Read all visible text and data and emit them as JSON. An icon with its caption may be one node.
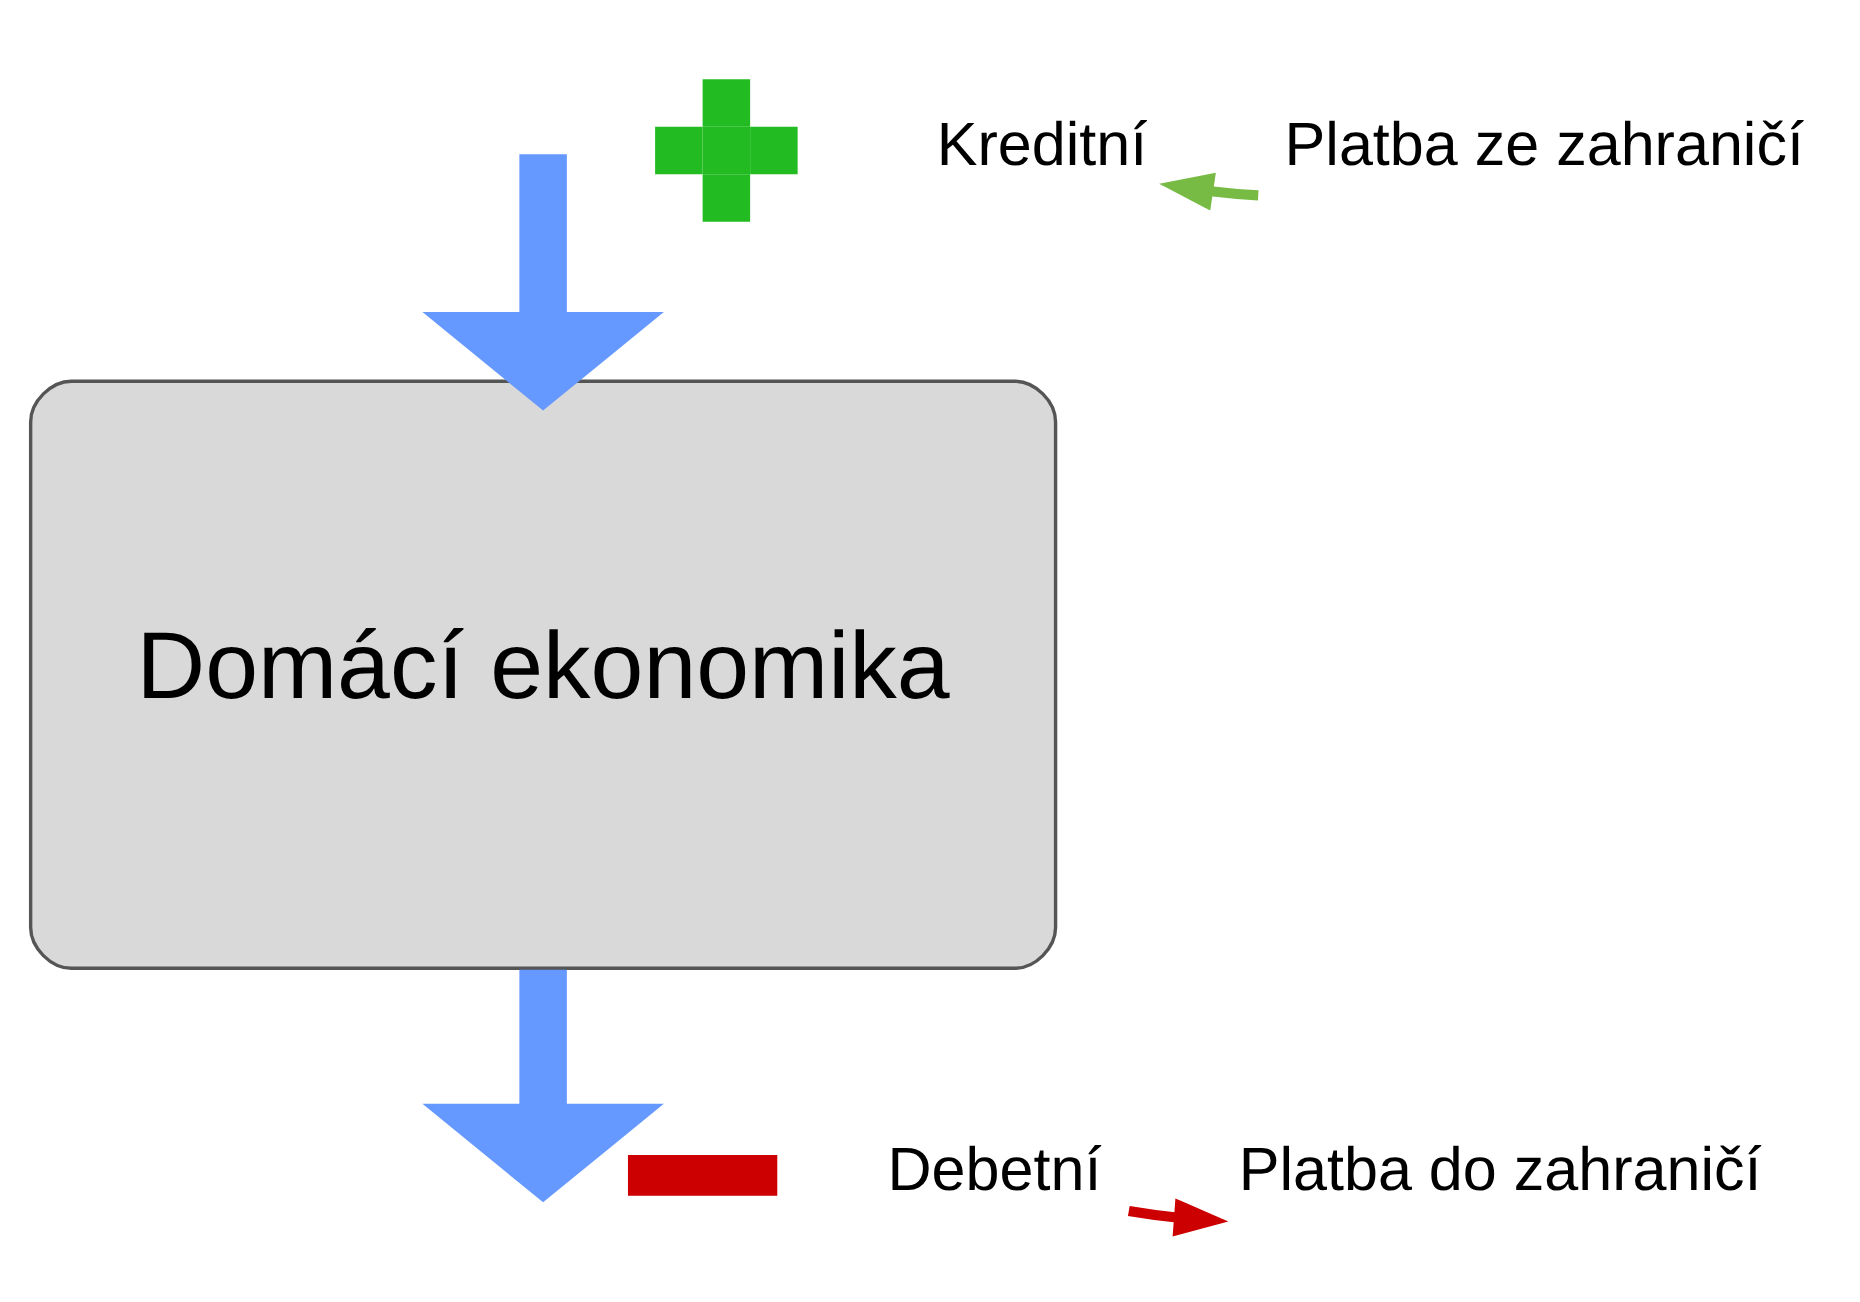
{
  "diagram": {
    "nodes": [
      {
        "text": [],
        "shape": "plus"
      },
      {
        "text": [
          "Kreditní"
        ]
      },
      {
        "text": [
          "Platba ze zahraničí"
        ]
      },
      {
        "text": [
          "Domácí ekonomika"
        ]
      },
      {
        "text": [],
        "shape": "bar"
      },
      {
        "text": [
          "Debetní"
        ]
      },
      {
        "text": [
          "Platba do zahraničí"
        ]
      }
    ],
    "edges": [
      {
        "from": null,
        "to": 3,
        "arrow": "to",
        "style": "thick",
        "color": "#6699ff"
      },
      {
        "from": 2,
        "to": 1,
        "arrow": "to",
        "color": "#77bb44"
      },
      {
        "from": 3,
        "to": null,
        "arrow": "to",
        "style": "thick",
        "color": "#6699ff"
      },
      {
        "from": 5,
        "to": 6,
        "arrow": "to",
        "color": "#cc0000"
      }
    ]
  }
}
